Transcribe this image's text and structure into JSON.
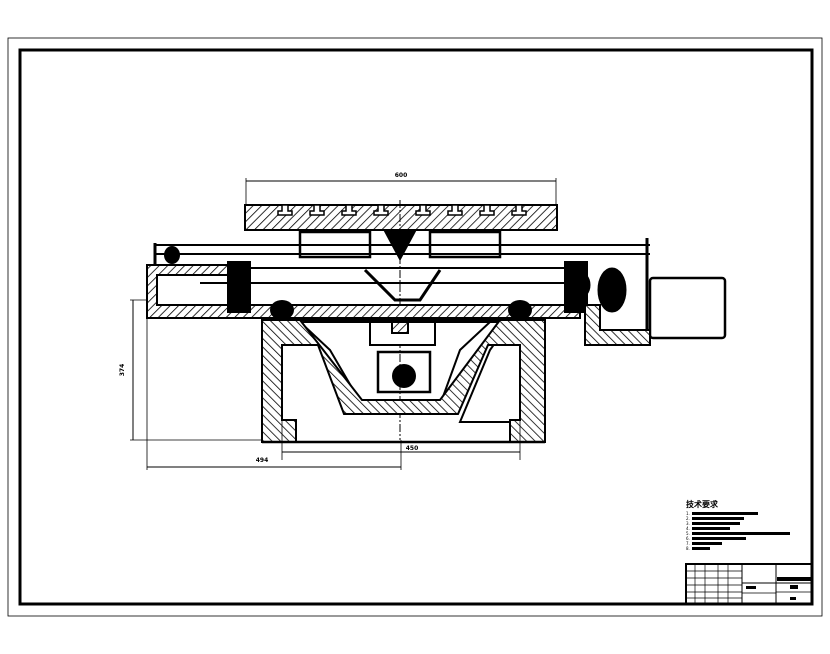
{
  "drawing": {
    "dimensions": {
      "table_width": "600",
      "height": "374",
      "overall_left": "494",
      "base_width": "450"
    },
    "notes": {
      "title": "技术要求",
      "numbers": [
        "1.",
        "2.",
        "3.",
        "4.",
        "5.",
        "6.",
        "7.",
        "8."
      ]
    }
  }
}
